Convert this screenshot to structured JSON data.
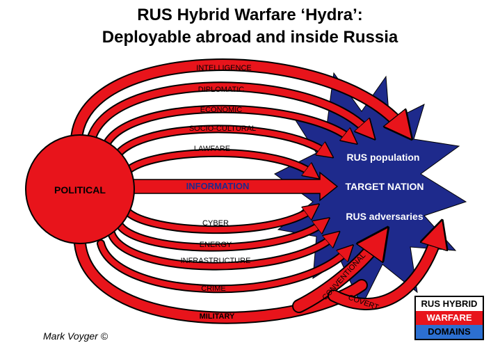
{
  "title": {
    "line1": "RUS Hybrid Warfare ‘Hydra’:",
    "line2": "Deployable abroad and inside Russia"
  },
  "center_node": "POLITICAL",
  "domains": [
    "INTELLIGENCE",
    "DIPLOMATIC",
    "ECONOMIC",
    "SOCIO-CULTURAL",
    "LAWFARE",
    "INFORMATION",
    "CYBER",
    "ENERGY",
    "INFRASTRUCTURE",
    "CRIME",
    "MILITARY"
  ],
  "military_branches": [
    "CONVENTIONAL",
    "COVERT"
  ],
  "targets": [
    "RUS population",
    "TARGET NATION",
    "RUS adversaries"
  ],
  "author": "Mark Voyger ©",
  "legend": {
    "line1": "RUS HYBRID",
    "line2": "WARFARE",
    "line3": "DOMAINS"
  },
  "colors": {
    "arrow_red": "#e8141b",
    "star_blue": "#1e2a8c",
    "legend_blue": "#2c6fd1"
  }
}
